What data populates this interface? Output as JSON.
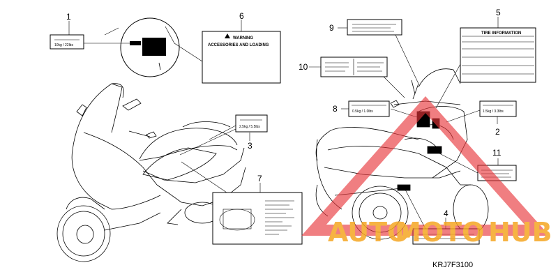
{
  "callouts": [
    {
      "id": "1",
      "text": "1"
    },
    {
      "id": "2",
      "text": "2"
    },
    {
      "id": "3",
      "text": "3"
    },
    {
      "id": "4",
      "text": "4"
    },
    {
      "id": "5",
      "text": "5"
    },
    {
      "id": "6",
      "text": "6"
    },
    {
      "id": "7",
      "text": "7"
    },
    {
      "id": "8",
      "text": "8"
    },
    {
      "id": "9",
      "text": "9"
    },
    {
      "id": "10",
      "text": "10"
    },
    {
      "id": "11",
      "text": "11"
    }
  ],
  "labels": {
    "label1_text": "10kg / 22lbs",
    "label2_text": "1.5kg / 3.3lbs",
    "label3_text": "2.5kg / 5.5lbs",
    "label6_title": "WARNING",
    "label6_subtitle": "ACCESSORIES AND LOADING",
    "label5_title": "TIRE INFORMATION",
    "label8_text": "0.5kg / 1.0lbs"
  },
  "diagram_code": "KRJ7F3100",
  "watermark": {
    "text_a": "AUTO",
    "text_b": "MOTO",
    "text_c": "HUB",
    "color_orange": "#f5a623",
    "color_red": "#e8353a"
  }
}
